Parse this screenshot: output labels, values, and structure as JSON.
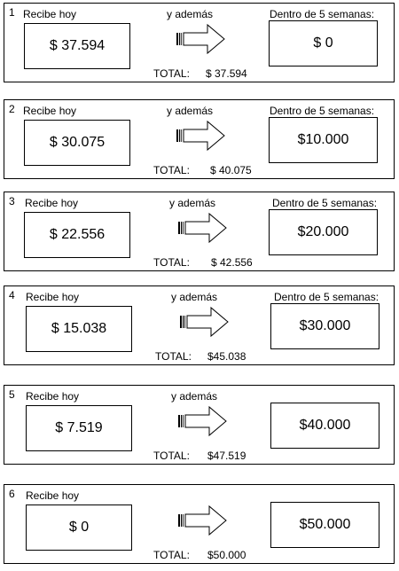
{
  "options": [
    {
      "number": "1",
      "today_label": "Recibe hoy",
      "ademas_label": "y además",
      "later_label": "Dentro de 5 semanas:",
      "today_amount": "$ 37.594",
      "later_amount": "$ 0",
      "total_label": "TOTAL:",
      "total_amount": "$ 37.594"
    },
    {
      "number": "2",
      "today_label": "Recibe hoy",
      "ademas_label": "y además",
      "later_label": "Dentro de 5 semanas:",
      "today_amount": "$ 30.075",
      "later_amount": "$10.000",
      "total_label": "TOTAL:",
      "total_amount": "$ 40.075"
    },
    {
      "number": "3",
      "today_label": "Recibe hoy",
      "ademas_label": "y además",
      "later_label": "Dentro de 5 semanas:",
      "today_amount": "$ 22.556",
      "later_amount": "$20.000",
      "total_label": "TOTAL:",
      "total_amount": "$ 42.556"
    },
    {
      "number": "4",
      "today_label": "Recibe hoy",
      "ademas_label": "y además",
      "later_label": "Dentro de 5 semanas:",
      "today_amount": "$ 15.038",
      "later_amount": "$30.000",
      "total_label": "TOTAL:",
      "total_amount": "$45.038"
    },
    {
      "number": "5",
      "today_label": "Recibe hoy",
      "ademas_label": "y además",
      "later_label": "",
      "today_amount": "$ 7.519",
      "later_amount": "$40.000",
      "total_label": "TOTAL:",
      "total_amount": "$47.519"
    },
    {
      "number": "6",
      "today_label": "Recibe hoy",
      "ademas_label": "",
      "later_label": "",
      "today_amount": "$ 0",
      "later_amount": "$50.000",
      "total_label": "TOTAL:",
      "total_amount": "$50.000"
    }
  ],
  "icons": {
    "arrow": "right-arrow-icon"
  }
}
